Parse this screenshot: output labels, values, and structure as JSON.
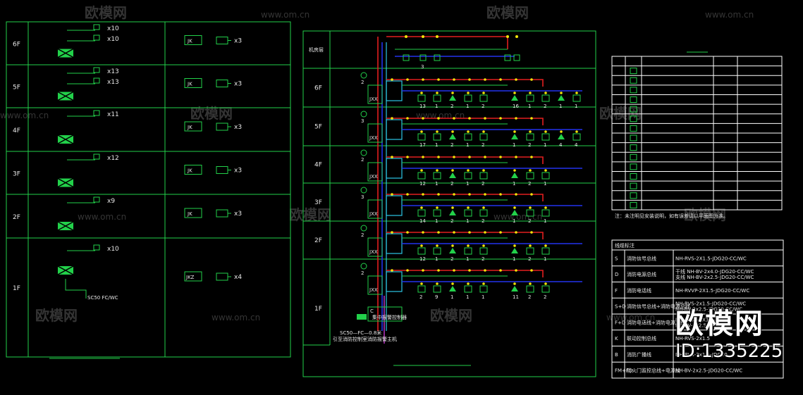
{
  "watermark": {
    "brand": "欧模网",
    "url": "www.om.cn",
    "id_text": "ID:1335225"
  },
  "left_panel": {
    "floors": [
      {
        "label": "6F",
        "counts": [
          "x10",
          "x10"
        ],
        "cabinet": "JK",
        "tv": "x3"
      },
      {
        "label": "5F",
        "counts": [
          "x13",
          "x13"
        ],
        "cabinet": "JK",
        "tv": "x3"
      },
      {
        "label": "4F",
        "counts": [
          "x11"
        ],
        "cabinet": "JK",
        "tv": "x3"
      },
      {
        "label": "3F",
        "counts": [
          "x12"
        ],
        "cabinet": "JK",
        "tv": "x3"
      },
      {
        "label": "2F",
        "counts": [
          "x9"
        ],
        "cabinet": "JK",
        "tv": "x3"
      },
      {
        "label": "1F",
        "counts": [
          "x10"
        ],
        "cabinet": "JKZ",
        "tv": "x4"
      }
    ],
    "cable_note": "SC50 FC/WC"
  },
  "middle_panel": {
    "header": "机房层",
    "floors": [
      {
        "label": "6F",
        "box": "JXX",
        "n": "2",
        "nums": [
          "13",
          "1",
          "2",
          "1",
          "2",
          "16",
          "1",
          "2",
          "1",
          "1"
        ]
      },
      {
        "label": "5F",
        "box": "JXX",
        "n": "3",
        "nums": [
          "17",
          "1",
          "2",
          "1",
          "2",
          "1",
          "2",
          "1",
          "4",
          "4"
        ]
      },
      {
        "label": "4F",
        "box": "JXX",
        "n": "2",
        "nums": [
          "12",
          "1",
          "2",
          "1",
          "2",
          "1",
          "2",
          "1"
        ]
      },
      {
        "label": "3F",
        "box": "JXX",
        "n": "3",
        "nums": [
          "14",
          "1",
          "2",
          "1",
          "2",
          "1",
          "2",
          "1"
        ]
      },
      {
        "label": "2F",
        "box": "JXX",
        "n": "2",
        "nums": [
          "12",
          "1",
          "2",
          "1",
          "2",
          "1",
          "2",
          "1"
        ]
      },
      {
        "label": "1F",
        "box": "JXX",
        "n": "2",
        "nums": [
          "2",
          "9",
          "1",
          "1",
          "1",
          "11",
          "2",
          "2"
        ]
      }
    ],
    "control": "集中报警控制器",
    "control_code": "C",
    "note1": "SC50—FC—0.8米",
    "note2": "引至消防控制室消防报警主机"
  },
  "legend_table": {
    "rows": 16,
    "footnote": "注：未注明见安装说明，如有误差请以平面图为准。"
  },
  "cable_table": {
    "header": "线缆标注",
    "rows": [
      {
        "code": "S",
        "name": "消防信号总线",
        "spec": "NH-RVS-2X1.5-JDG20-CC/WC"
      },
      {
        "code": "D",
        "name": "消防电源总线",
        "spec": "干线 NH-BV-2x4.0-JDG20-CC/WC\n支线 NH-BV-2x2.5-JDG20-CC/WC"
      },
      {
        "code": "F",
        "name": "消防电话线",
        "spec": "NH-RVVP-2X1.5-JDG20-CC/WC"
      },
      {
        "code": "S+D",
        "name": "消防信号总线+消防电源总线",
        "spec": "NH-RVS-2x1.5-JDG20-CC/WC\nNH-BV-2x2.5-JDG20-CC/WC"
      },
      {
        "code": "F+D",
        "name": "消防电话线+消防电源总线",
        "spec": "NH-RVVP-2X1.5-JDG20\nNH-BV-2x2.5-JDG20"
      },
      {
        "code": "K",
        "name": "联动控制总线",
        "spec": "NH-RVS-2x1.5"
      },
      {
        "code": "B",
        "name": "消防广播线",
        "spec": "NH-RVS-2x1.5-JDG20"
      },
      {
        "code": "FM+FD",
        "name": "防火门监控总线+电源线",
        "spec": "NH-BV-2x2.5-JDG20-CC/WC"
      }
    ]
  }
}
